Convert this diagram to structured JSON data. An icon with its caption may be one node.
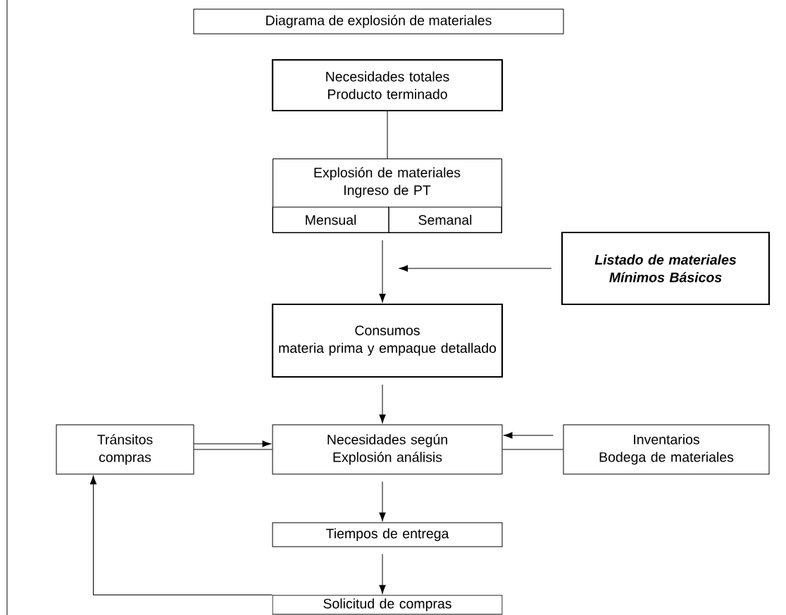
{
  "diagram": {
    "title": "Diagrama de explosión de materiales",
    "nodes": [
      {
        "text": [
          "Necesidades totales Producto terminado"
        ]
      },
      {
        "text": [
          "Explosión de materiales Ingreso de PT"
        ]
      },
      {
        "text": [
          "Mensual"
        ],
        "in": 1
      },
      {
        "text": [
          "Semanal"
        ],
        "in": 1
      },
      {
        "text": [
          "Listado de materiales Mínimos Básicos"
        ]
      },
      {
        "text": [
          "Consumos",
          "materia prima y empaque detallado"
        ]
      },
      {
        "text": [
          "Tránsitos compras"
        ]
      },
      {
        "text": [
          "Necesidades según Explosión análisis"
        ]
      },
      {
        "text": [
          "Inventarios",
          "Bodega de materiales"
        ]
      },
      {
        "text": [
          "Tiempos de entrega"
        ]
      },
      {
        "text": [
          "Solicitud de compras"
        ]
      }
    ],
    "edges": [
      {
        "from": 0,
        "to": 1,
        "arrow": "none"
      },
      {
        "from": 1,
        "to": 5,
        "arrow": "to"
      },
      {
        "from": 4,
        "to": null,
        "arrow": "to"
      },
      {
        "from": 5,
        "to": 7,
        "arrow": "to"
      },
      {
        "from": 6,
        "to": 7,
        "arrow": "to"
      },
      {
        "from": 6,
        "to": 7,
        "arrow": "none"
      },
      {
        "from": 8,
        "to": 7,
        "arrow": "to"
      },
      {
        "from": 7,
        "to": 8,
        "arrow": "none"
      },
      {
        "from": 7,
        "to": 9,
        "arrow": "to"
      },
      {
        "from": 9,
        "to": 10,
        "arrow": "to"
      },
      {
        "from": 10,
        "to": 6,
        "arrow": "to"
      }
    ]
  }
}
